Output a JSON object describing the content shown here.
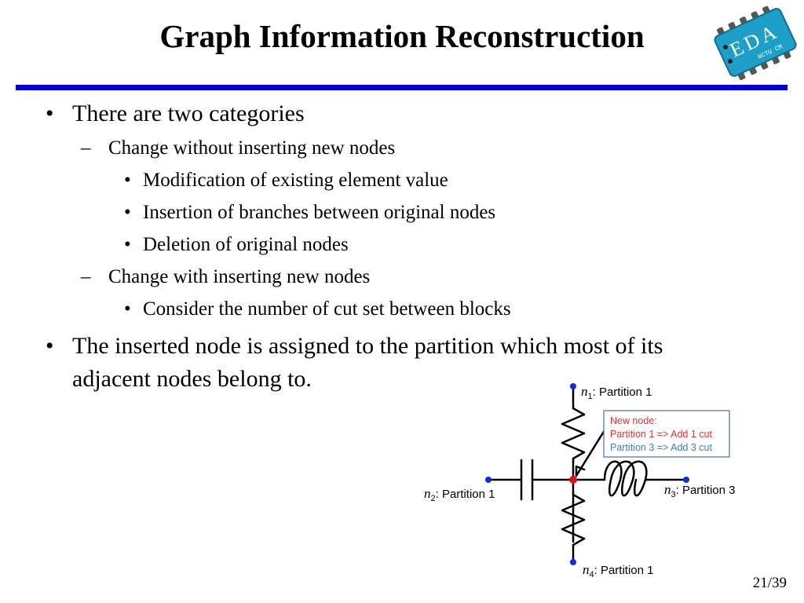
{
  "slide": {
    "title": "Graph Information Reconstruction",
    "page_number": "21/39"
  },
  "logo": {
    "text": "EDA",
    "subtext": "NCTU CM"
  },
  "bullets": {
    "b1": "There are two categories",
    "b1_1": "Change without inserting new nodes",
    "b1_1_1": "Modification of existing element value",
    "b1_1_2": "Insertion of branches between original nodes",
    "b1_1_3": "Deletion of original nodes",
    "b1_2": "Change with inserting new nodes",
    "b1_2_1": "Consider the number of cut set between blocks",
    "b2_line1": "The inserted node is assigned to the partition which most of its",
    "b2_line2": "adjacent nodes belong to."
  },
  "diagram": {
    "n1": {
      "var": "n",
      "sub": "1",
      "label": ": Partition 1"
    },
    "n2": {
      "var": "n",
      "sub": "2",
      "label": ": Partition 1"
    },
    "n3": {
      "var": "n",
      "sub": "3",
      "label": ": Partition 3"
    },
    "n4": {
      "var": "n",
      "sub": "4",
      "label": ": Partition 1"
    },
    "callout": {
      "line1": "New node:",
      "line2": "Partition 1 => Add 1 cut",
      "line3": "Partition 3 => Add 3 cut"
    }
  },
  "colors": {
    "rule": "#0000e6",
    "node": "#0a2fe0",
    "new_node": "#e01010",
    "callout_red": "#e53030",
    "callout_blue": "#2f7fd8",
    "logo_teal": "#1e9fc8"
  }
}
